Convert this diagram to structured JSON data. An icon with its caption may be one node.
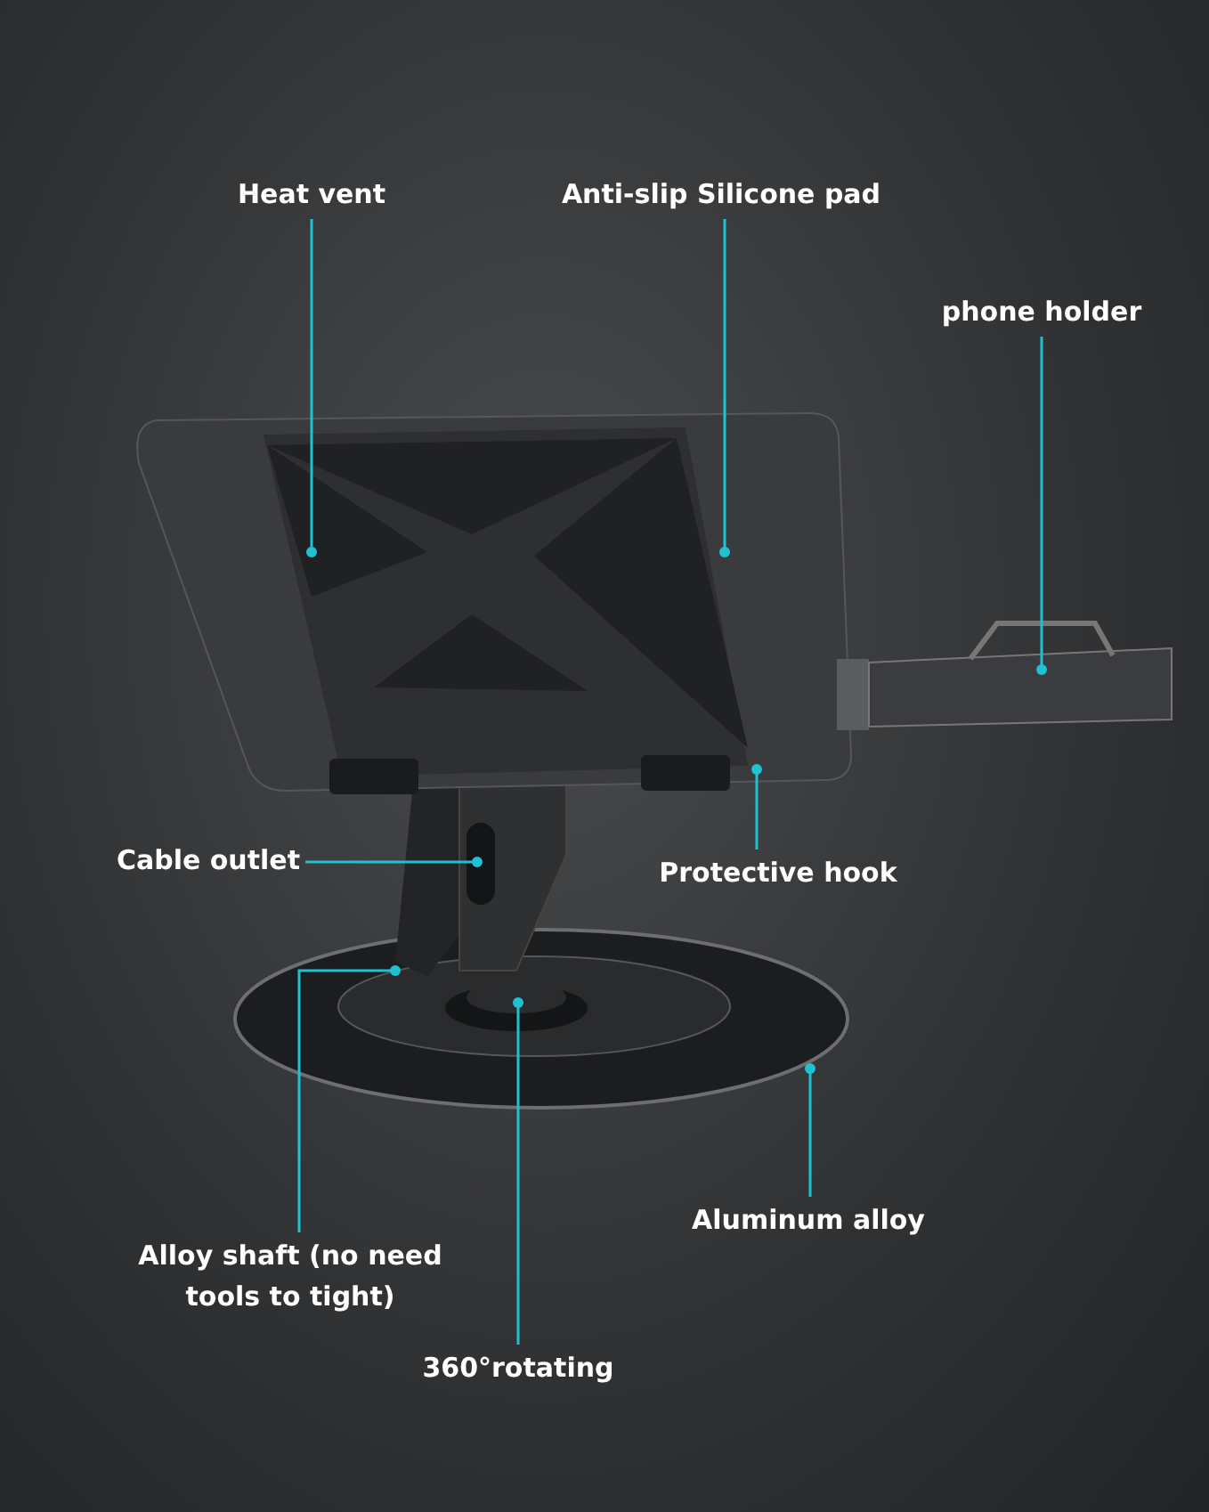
{
  "diagram": {
    "nodes": [
      {
        "text": [
          "Heat vent"
        ]
      },
      {
        "text": [
          "Anti-slip Silicone pad"
        ]
      },
      {
        "text": [
          "phone holder"
        ]
      },
      {
        "text": [
          "Cable outlet"
        ]
      },
      {
        "text": [
          "Protective hook"
        ]
      },
      {
        "text": [
          "Alloy shaft (no need tools to tight)"
        ]
      },
      {
        "text": [
          "Aluminum alloy"
        ]
      },
      {
        "text": [
          "360°rotating"
        ]
      }
    ],
    "edges": [
      {
        "from": 0,
        "to": null,
        "arrow": "other"
      },
      {
        "from": 1,
        "to": null,
        "arrow": "other"
      },
      {
        "from": 2,
        "to": null,
        "arrow": "other"
      },
      {
        "from": 3,
        "to": null,
        "arrow": "other"
      },
      {
        "from": 4,
        "to": null,
        "arrow": "other"
      },
      {
        "from": 5,
        "to": null,
        "arrow": "other"
      },
      {
        "from": 6,
        "to": null,
        "arrow": "other"
      },
      {
        "from": 7,
        "to": null,
        "arrow": "other"
      }
    ]
  }
}
